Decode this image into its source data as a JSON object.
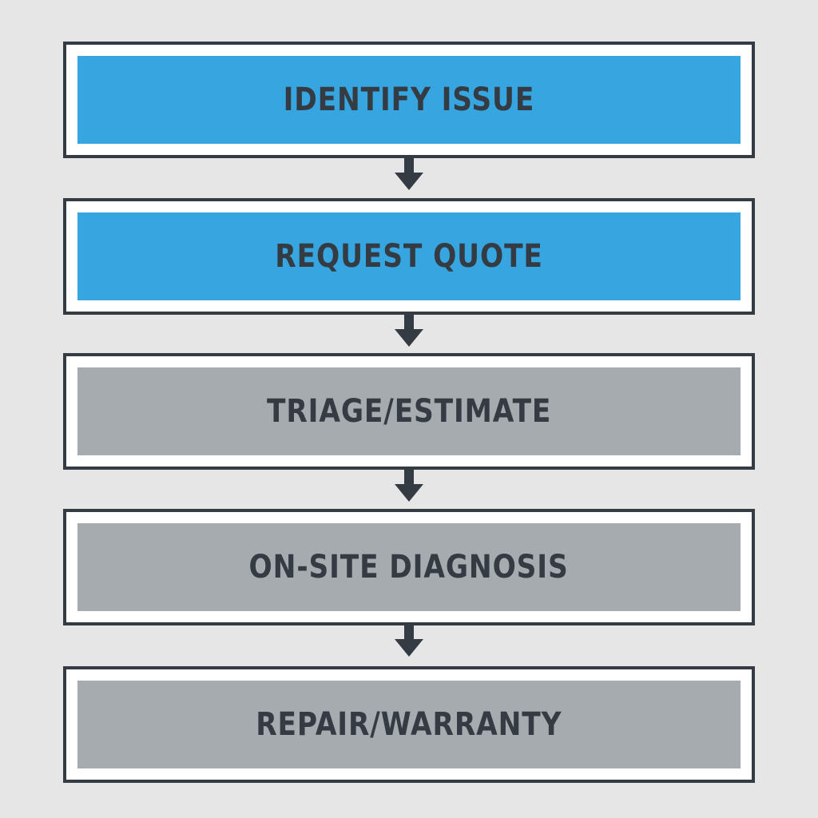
{
  "colors": {
    "background": "#e6e6e6",
    "border": "#343b42",
    "active": "#36a5e0",
    "pending": "#a6abb0",
    "text": "#343b42"
  },
  "steps": [
    {
      "label": "IDENTIFY ISSUE",
      "state": "active"
    },
    {
      "label": "REQUEST QUOTE",
      "state": "active"
    },
    {
      "label": "TRIAGE/ESTIMATE",
      "state": "pending"
    },
    {
      "label": "ON-SITE DIAGNOSIS",
      "state": "pending"
    },
    {
      "label": "REPAIR/WARRANTY",
      "state": "pending"
    }
  ],
  "connector_icon": "arrow-down-icon"
}
